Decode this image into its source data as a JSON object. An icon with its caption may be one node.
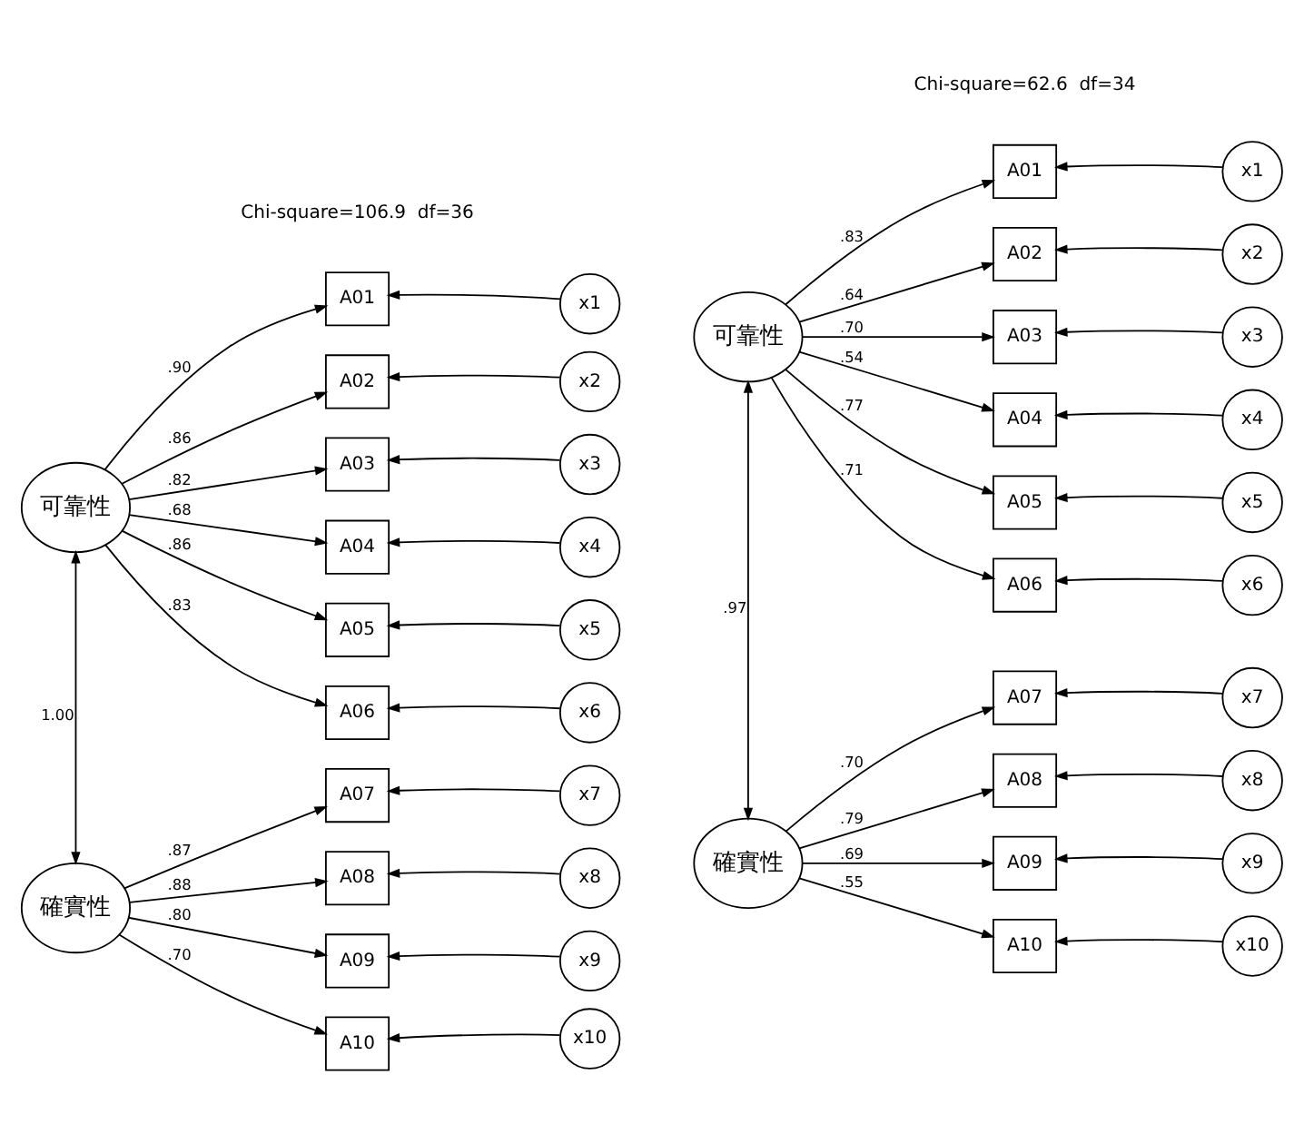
{
  "diagram": {
    "nodes": [
      {
        "text": [
          "可靠性"
        ]
      },
      {
        "text": [
          "確實性"
        ]
      },
      {
        "text": [
          "A01"
        ]
      },
      {
        "text": [
          "A02"
        ]
      },
      {
        "text": [
          "A03"
        ]
      },
      {
        "text": [
          "A04"
        ]
      },
      {
        "text": [
          "A05"
        ]
      },
      {
        "text": [
          "A06"
        ]
      },
      {
        "text": [
          "A07"
        ]
      },
      {
        "text": [
          "A08"
        ]
      },
      {
        "text": [
          "A09"
        ]
      },
      {
        "text": [
          "A10"
        ]
      },
      {
        "text": [
          "x1"
        ]
      },
      {
        "text": [
          "x2"
        ]
      },
      {
        "text": [
          "x3"
        ]
      },
      {
        "text": [
          "x4"
        ]
      },
      {
        "text": [
          "x5"
        ]
      },
      {
        "text": [
          "x6"
        ]
      },
      {
        "text": [
          "x7"
        ]
      },
      {
        "text": [
          "x8"
        ]
      },
      {
        "text": [
          "x9"
        ]
      },
      {
        "text": [
          "x10"
        ]
      },
      {
        "text": [
          "可靠性"
        ]
      },
      {
        "text": [
          "確實性"
        ]
      },
      {
        "text": [
          "A01"
        ]
      },
      {
        "text": [
          "A02"
        ]
      },
      {
        "text": [
          "A03"
        ]
      },
      {
        "text": [
          "A04"
        ]
      },
      {
        "text": [
          "A05"
        ]
      },
      {
        "text": [
          "A06"
        ]
      },
      {
        "text": [
          "A07"
        ]
      },
      {
        "text": [
          "A08"
        ]
      },
      {
        "text": [
          "A09"
        ]
      },
      {
        "text": [
          "A10"
        ]
      },
      {
        "text": [
          "x1"
        ]
      },
      {
        "text": [
          "x2"
        ]
      },
      {
        "text": [
          "x3"
        ]
      },
      {
        "text": [
          "x4"
        ]
      },
      {
        "text": [
          "x5"
        ]
      },
      {
        "text": [
          "x6"
        ]
      },
      {
        "text": [
          "x7"
        ]
      },
      {
        "text": [
          "x8"
        ]
      },
      {
        "text": [
          "x9"
        ]
      },
      {
        "text": [
          "x10"
        ]
      }
    ],
    "edges": [
      {
        "from": 0,
        "to": 2,
        "arrow": "to",
        "label": ".90"
      },
      {
        "from": 0,
        "to": 3,
        "arrow": "to",
        "label": ".86"
      },
      {
        "from": 0,
        "to": 4,
        "arrow": "to",
        "label": ".82"
      },
      {
        "from": 0,
        "to": 5,
        "arrow": "to",
        "label": ".68"
      },
      {
        "from": 0,
        "to": 6,
        "arrow": "to",
        "label": ".86"
      },
      {
        "from": 0,
        "to": 7,
        "arrow": "to",
        "label": ".83"
      },
      {
        "from": 1,
        "to": 8,
        "arrow": "to",
        "label": ".87"
      },
      {
        "from": 1,
        "to": 9,
        "arrow": "to",
        "label": ".88"
      },
      {
        "from": 1,
        "to": 10,
        "arrow": "to",
        "label": ".80"
      },
      {
        "from": 1,
        "to": 11,
        "arrow": "to",
        "label": ".70"
      },
      {
        "from": 12,
        "to": 2,
        "arrow": "to"
      },
      {
        "from": 13,
        "to": 3,
        "arrow": "to"
      },
      {
        "from": 14,
        "to": 4,
        "arrow": "to"
      },
      {
        "from": 15,
        "to": 5,
        "arrow": "to"
      },
      {
        "from": 16,
        "to": 6,
        "arrow": "to"
      },
      {
        "from": 17,
        "to": 7,
        "arrow": "to"
      },
      {
        "from": 18,
        "to": 8,
        "arrow": "to"
      },
      {
        "from": 19,
        "to": 9,
        "arrow": "to"
      },
      {
        "from": 20,
        "to": 10,
        "arrow": "to"
      },
      {
        "from": 21,
        "to": 11,
        "arrow": "to"
      },
      {
        "from": 0,
        "to": 1,
        "arrow": "both",
        "label": "1.00"
      },
      {
        "from": 22,
        "to": 24,
        "arrow": "to",
        "label": ".83"
      },
      {
        "from": 22,
        "to": 25,
        "arrow": "to",
        "label": ".64"
      },
      {
        "from": 22,
        "to": 26,
        "arrow": "to",
        "label": ".70"
      },
      {
        "from": 22,
        "to": 27,
        "arrow": "to",
        "label": ".54"
      },
      {
        "from": 22,
        "to": 28,
        "arrow": "to",
        "label": ".77"
      },
      {
        "from": 22,
        "to": 29,
        "arrow": "to",
        "label": ".71"
      },
      {
        "from": 23,
        "to": 30,
        "arrow": "to",
        "label": ".70"
      },
      {
        "from": 23,
        "to": 31,
        "arrow": "to",
        "label": ".79"
      },
      {
        "from": 23,
        "to": 32,
        "arrow": "to",
        "label": ".69"
      },
      {
        "from": 23,
        "to": 33,
        "arrow": "to",
        "label": ".55"
      },
      {
        "from": 34,
        "to": 24,
        "arrow": "to"
      },
      {
        "from": 35,
        "to": 25,
        "arrow": "to"
      },
      {
        "from": 36,
        "to": 26,
        "arrow": "to"
      },
      {
        "from": 37,
        "to": 27,
        "arrow": "to"
      },
      {
        "from": 38,
        "to": 28,
        "arrow": "to"
      },
      {
        "from": 39,
        "to": 29,
        "arrow": "to"
      },
      {
        "from": 40,
        "to": 30,
        "arrow": "to"
      },
      {
        "from": 41,
        "to": 31,
        "arrow": "to"
      },
      {
        "from": 42,
        "to": 32,
        "arrow": "to"
      },
      {
        "from": 43,
        "to": 33,
        "arrow": "to"
      },
      {
        "from": 22,
        "to": 23,
        "arrow": "both",
        "label": ".97"
      }
    ],
    "labels": [
      "Chi-square=106.9  df=36",
      "Chi-square=62.6  df=34"
    ]
  }
}
